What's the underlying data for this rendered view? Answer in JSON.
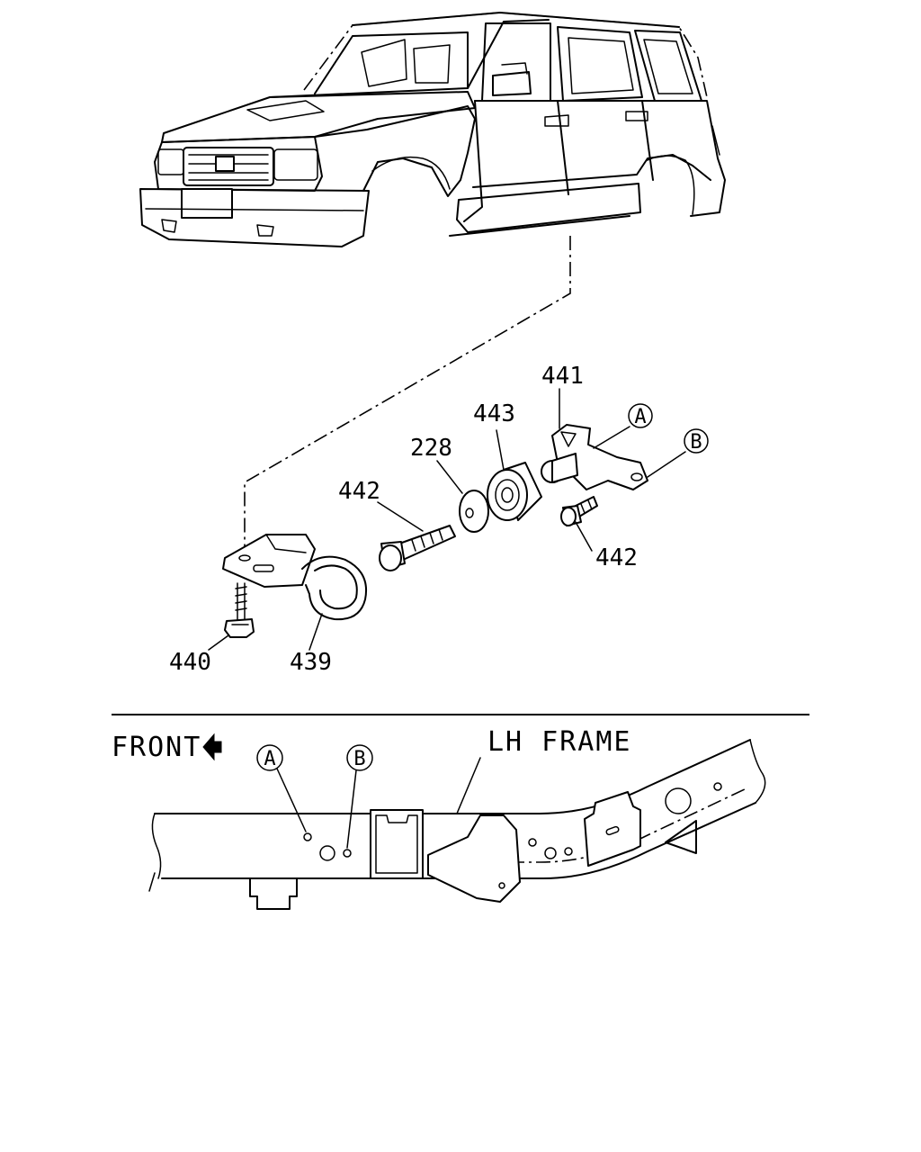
{
  "parts": {
    "p441": "441",
    "p443": "443",
    "p228": "228",
    "p442_upper": "442",
    "p442_lower": "442",
    "p440": "440",
    "p439": "439"
  },
  "markers": {
    "a": "A",
    "b": "B"
  },
  "frame_view": {
    "front_label": "FRONT",
    "frame_label": "LH FRAME",
    "marker_a": "A",
    "marker_b": "B"
  },
  "icons": {
    "front_arrow": "left-arrow-icon"
  }
}
